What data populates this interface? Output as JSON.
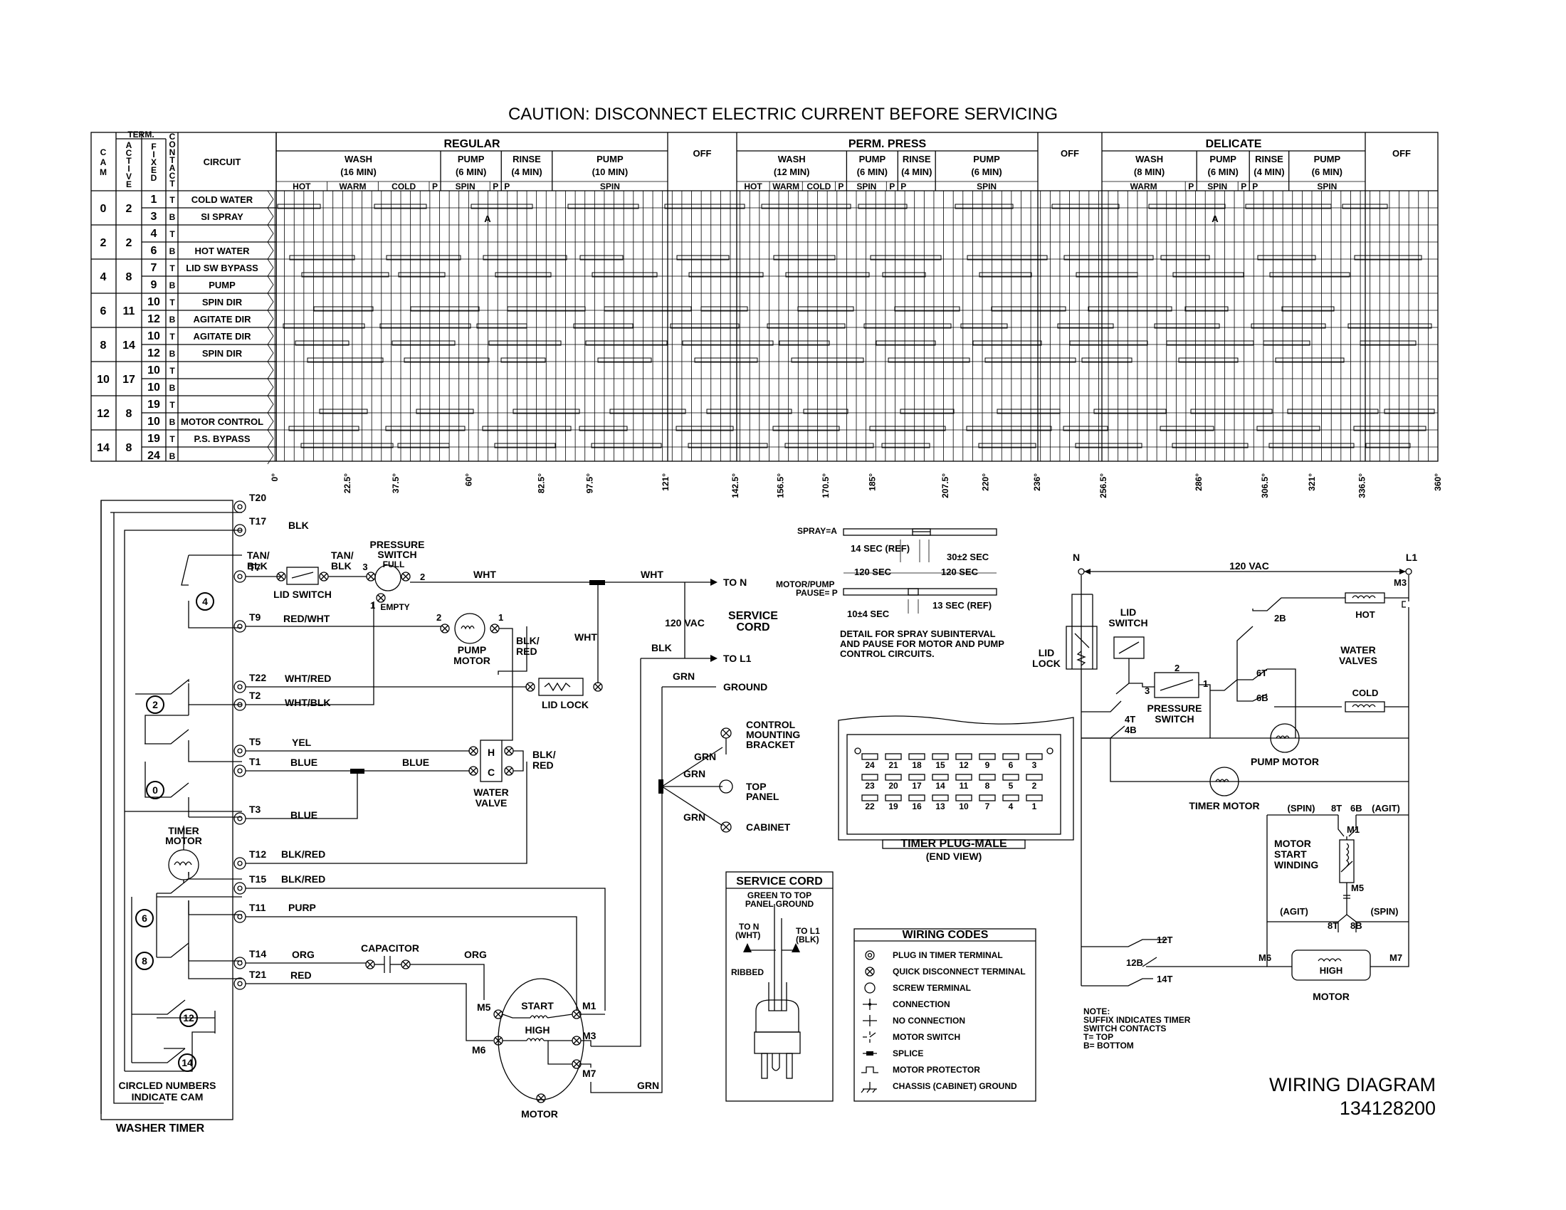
{
  "caution": "CAUTION: DISCONNECT ELECTRIC CURRENT BEFORE SERVICING",
  "timer_chart": {
    "header": {
      "cam": "CAM",
      "term": "TERM.",
      "active": "ACTIVE",
      "fixed": "FIXED",
      "contact": "CONTACT",
      "circuit": "CIRCUIT",
      "off": "OFF"
    },
    "cycles": [
      {
        "name": "REGULAR",
        "phases": [
          {
            "name": "WASH",
            "time": "(16 MIN)",
            "steps": [
              "HOT",
              "WARM",
              "COLD",
              "P"
            ]
          },
          {
            "name": "PUMP",
            "time": "(6 MIN)",
            "steps": [
              "SPIN",
              "P"
            ]
          },
          {
            "name": "RINSE",
            "time": "(4 MIN)",
            "steps": [
              "P"
            ]
          },
          {
            "name": "PUMP",
            "time": "(10 MIN)",
            "steps": [
              "SPIN"
            ]
          }
        ]
      },
      {
        "name": "PERM. PRESS",
        "phases": [
          {
            "name": "WASH",
            "time": "(12 MIN)",
            "steps": [
              "HOT",
              "WARM",
              "COLD",
              "P"
            ]
          },
          {
            "name": "PUMP",
            "time": "(6 MIN)",
            "steps": [
              "SPIN",
              "P"
            ]
          },
          {
            "name": "RINSE",
            "time": "(4 MIN)",
            "steps": [
              "P"
            ]
          },
          {
            "name": "PUMP",
            "time": "(6 MIN)",
            "steps": [
              "SPIN"
            ]
          }
        ]
      },
      {
        "name": "DELICATE",
        "phases": [
          {
            "name": "WASH",
            "time": "(8 MIN)",
            "steps": [
              "WARM",
              "P"
            ]
          },
          {
            "name": "PUMP",
            "time": "(6 MIN)",
            "steps": [
              "SPIN",
              "P"
            ]
          },
          {
            "name": "RINSE",
            "time": "(4 MIN)",
            "steps": [
              "P"
            ]
          },
          {
            "name": "PUMP",
            "time": "(6 MIN)",
            "steps": [
              "SPIN"
            ]
          }
        ]
      }
    ],
    "rows": [
      {
        "cam": "0",
        "active": "2",
        "fixed": "1",
        "contact": "T",
        "circuit": "COLD WATER"
      },
      {
        "cam": "",
        "active": "",
        "fixed": "3",
        "contact": "B",
        "circuit": "SI SPRAY"
      },
      {
        "cam": "2",
        "active": "2",
        "fixed": "4",
        "contact": "T",
        "circuit": ""
      },
      {
        "cam": "",
        "active": "",
        "fixed": "6",
        "contact": "B",
        "circuit": "HOT WATER"
      },
      {
        "cam": "4",
        "active": "8",
        "fixed": "7",
        "contact": "T",
        "circuit": "LID SW BYPASS"
      },
      {
        "cam": "",
        "active": "",
        "fixed": "9",
        "contact": "B",
        "circuit": "PUMP"
      },
      {
        "cam": "6",
        "active": "11",
        "fixed": "10",
        "contact": "T",
        "circuit": "SPIN DIR"
      },
      {
        "cam": "",
        "active": "",
        "fixed": "12",
        "contact": "B",
        "circuit": "AGITATE DIR"
      },
      {
        "cam": "8",
        "active": "14",
        "fixed": "10",
        "contact": "T",
        "circuit": "AGITATE DIR"
      },
      {
        "cam": "",
        "active": "",
        "fixed": "12",
        "contact": "B",
        "circuit": "SPIN DIR"
      },
      {
        "cam": "10",
        "active": "17",
        "fixed": "10",
        "contact": "T",
        "circuit": ""
      },
      {
        "cam": "",
        "active": "",
        "fixed": "10",
        "contact": "B",
        "circuit": ""
      },
      {
        "cam": "12",
        "active": "8",
        "fixed": "19",
        "contact": "T",
        "circuit": ""
      },
      {
        "cam": "",
        "active": "",
        "fixed": "10",
        "contact": "B",
        "circuit": "MOTOR CONTROL"
      },
      {
        "cam": "14",
        "active": "8",
        "fixed": "19",
        "contact": "T",
        "circuit": "P.S. BYPASS"
      },
      {
        "cam": "",
        "active": "",
        "fixed": "24",
        "contact": "B",
        "circuit": ""
      }
    ],
    "degrees": [
      "0°",
      "22.5°",
      "37.5°",
      "60°",
      "82.5°",
      "97.5°",
      "121°",
      "142.5°",
      "156.5°",
      "170.5°",
      "185°",
      "207.5°",
      "220°",
      "236°",
      "256.5°",
      "286°",
      "306.5°",
      "321°",
      "336.5°",
      "360°"
    ],
    "spray_marks": [
      "A",
      "A"
    ]
  },
  "schematic": {
    "terminals": [
      "T20",
      "T17",
      "T7",
      "T9",
      "T22",
      "T2",
      "T5",
      "T1",
      "T3",
      "T12",
      "T15",
      "T11",
      "T14",
      "T21"
    ],
    "cams": [
      "4",
      "2",
      "0",
      "6",
      "8",
      "12",
      "14"
    ],
    "wires": {
      "blk": "BLK",
      "tan_blk": "TAN/\nBLK",
      "red_wht": "RED/WHT",
      "wht_red": "WHT/RED",
      "wht_blk": "WHT/BLK",
      "yel": "YEL",
      "blue": "BLUE",
      "blk_red": "BLK/RED",
      "purp": "PURP",
      "org": "ORG",
      "red": "RED",
      "wht": "WHT",
      "grn": "GRN",
      "blk_red2": "BLK/\nRED"
    },
    "components": {
      "lid_switch": "LID SWITCH",
      "pressure_switch": "PRESSURE\nSWITCH",
      "full": "FULL",
      "empty": "EMPTY",
      "pump_motor": "PUMP\nMOTOR",
      "lid_lock": "LID LOCK",
      "water_valve": "WATER\nVALVE",
      "timer_motor": "TIMER\nMOTOR",
      "capacitor": "CAPACITOR",
      "start": "START",
      "high": "HIGH",
      "motor": "MOTOR",
      "to_n": "TO N",
      "to_l1": "TO L1",
      "ground": "GROUND",
      "vac": "120 VAC",
      "service_cord": "SERVICE\nCORD",
      "control_bracket": "CONTROL\nMOUNTING\nBRACKET",
      "top_panel": "TOP\nPANEL",
      "cabinet": "CABINET",
      "circled_note": "CIRCLED NUMBERS\nINDICATE CAM",
      "washer_timer": "WASHER TIMER"
    }
  },
  "spray_detail": {
    "spray": "SPRAY=A",
    "motor_pump": "MOTOR/PUMP\nPAUSE= P",
    "sec14": "14 SEC (REF)",
    "sec30": "30±2 SEC",
    "sec120a": "120 SEC",
    "sec120b": "120 SEC",
    "sec10": "10±4 SEC",
    "sec13": "13 SEC (REF)",
    "note": "DETAIL FOR SPRAY SUBINTERVAL\nAND PAUSE FOR MOTOR AND PUMP\nCONTROL CIRCUITS."
  },
  "timer_plug": {
    "title": "TIMER PLUG-MALE",
    "subtitle": "(END VIEW)",
    "row1": [
      "24",
      "21",
      "18",
      "15",
      "12",
      "9",
      "6",
      "3"
    ],
    "row2": [
      "23",
      "20",
      "17",
      "14",
      "11",
      "8",
      "5",
      "2"
    ],
    "row3": [
      "22",
      "19",
      "16",
      "13",
      "10",
      "7",
      "4",
      "1"
    ]
  },
  "service_cord_box": {
    "title": "SERVICE CORD",
    "green": "GREEN TO TOP\nPANEL GROUND",
    "to_n": "TO N\n(WHT)",
    "to_l1": "TO L1\n(BLK)",
    "ribbed": "RIBBED"
  },
  "wiring_codes": {
    "title": "WIRING CODES",
    "items": [
      "PLUG IN TIMER TERMINAL",
      "QUICK DISCONNECT TERMINAL",
      "SCREW TERMINAL",
      "CONNECTION",
      "NO CONNECTION",
      "MOTOR SWITCH",
      "SPLICE",
      "MOTOR PROTECTOR",
      "CHASSIS (CABINET) GROUND"
    ]
  },
  "ladder": {
    "n": "N",
    "l1": "L1",
    "vac": "120 VAC",
    "m3": "M3",
    "lid_switch": "LID\nSWITCH",
    "lid_lock": "LID\nLOCK",
    "pressure_switch": "PRESSURE\nSWITCH",
    "hot": "HOT",
    "cold": "COLD",
    "water_valves": "WATER\nVALVES",
    "pump_motor": "PUMP MOTOR",
    "timer_motor": "TIMER MOTOR",
    "motor_start": "MOTOR\nSTART\nWINDING",
    "spin": "(SPIN)",
    "agit": "(AGIT)",
    "high": "HIGH",
    "motor": "MOTOR",
    "labels": [
      "2B",
      "6T",
      "6B",
      "4T",
      "4B",
      "8T",
      "8B",
      "12T",
      "12B",
      "14T",
      "M1",
      "M5",
      "M6",
      "M7",
      "2",
      "1",
      "3"
    ],
    "note": "NOTE:\nSUFFIX INDICATES TIMER\nSWITCH CONTACTS\nT= TOP\nB= BOTTOM"
  },
  "title": "WIRING DIAGRAM",
  "part_number": "134128200"
}
